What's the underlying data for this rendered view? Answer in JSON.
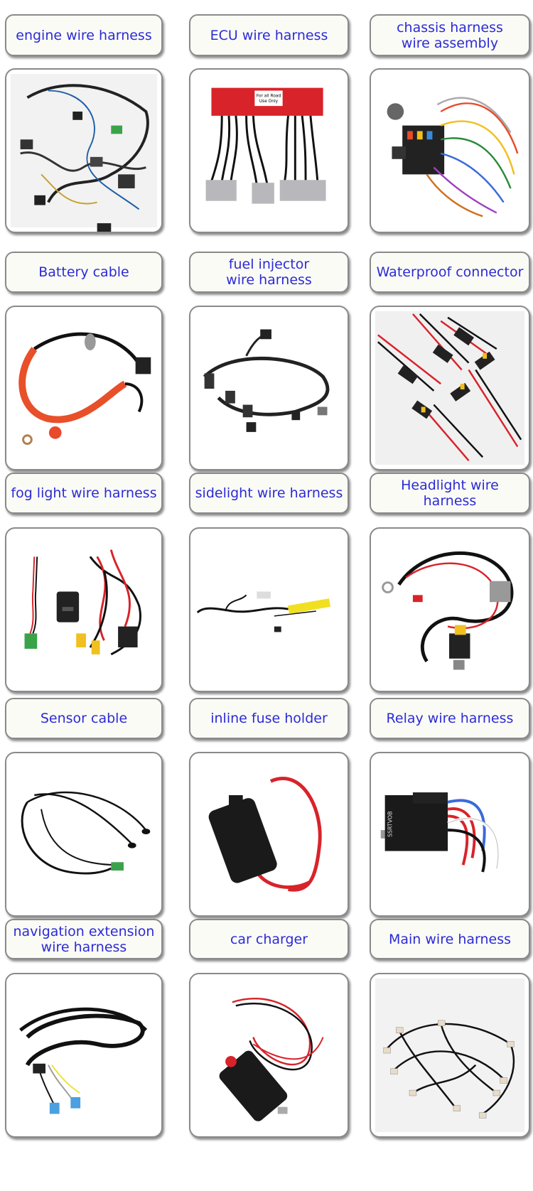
{
  "items": [
    {
      "label": "engine wire harness",
      "image": "engine-wire-harness-photo"
    },
    {
      "label": "ECU wire harness",
      "image": "ecu-wire-harness-photo"
    },
    {
      "label": "chassis harness\nwire assembly",
      "image": "chassis-harness-photo"
    },
    {
      "label": "Battery cable",
      "image": "battery-cable-photo"
    },
    {
      "label": "fuel injector\nwire harness",
      "image": "fuel-injector-harness-photo"
    },
    {
      "label": "Waterproof connector",
      "image": "waterproof-connector-photo"
    },
    {
      "label": "fog light wire harness",
      "image": "fog-light-harness-photo"
    },
    {
      "label": "sidelight wire harness",
      "image": "sidelight-harness-photo"
    },
    {
      "label": "Headlight wire harness",
      "image": "headlight-harness-photo"
    },
    {
      "label": "Sensor cable",
      "image": "sensor-cable-photo"
    },
    {
      "label": "inline fuse holder",
      "image": "inline-fuse-holder-photo"
    },
    {
      "label": "Relay wire harness",
      "image": "relay-harness-photo"
    },
    {
      "label": "navigation extension\nwire harness",
      "image": "navigation-extension-photo"
    },
    {
      "label": "car charger",
      "image": "car-charger-photo"
    },
    {
      "label": "Main wire harness",
      "image": "main-wire-harness-photo"
    }
  ],
  "ecu_sticker": "For all Road\nUse Only",
  "relay_text": "SSRTVOB"
}
